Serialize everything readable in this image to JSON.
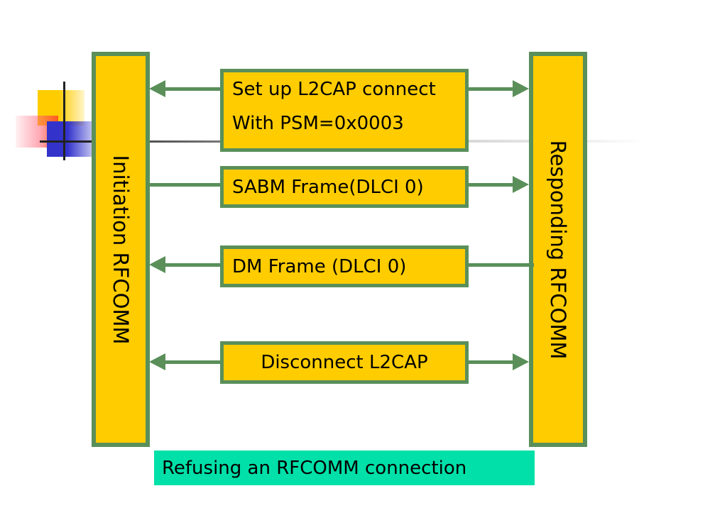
{
  "diagram": {
    "type": "sequence",
    "actors": {
      "initiator": {
        "label": "Initiation RFCOMM"
      },
      "responder": {
        "label": "Responding RFCOMM"
      }
    },
    "messages": [
      {
        "lines": [
          "Set up L2CAP connect",
          "With PSM=0x0003"
        ],
        "direction": "bidirectional"
      },
      {
        "label": "SABM Frame(DLCI 0)",
        "direction": "initiator-to-responder"
      },
      {
        "label": "DM Frame (DLCI 0)",
        "direction": "responder-to-initiator"
      },
      {
        "label": "Disconnect L2CAP",
        "direction": "bidirectional"
      }
    ],
    "caption": "Refusing  an RFCOMM connection"
  },
  "colors": {
    "box_fill": "#ffcc00",
    "box_border": "#5a8f5a",
    "arrow": "#5a8f5a",
    "caption_fill": "#00e0a8"
  },
  "decorations": {
    "slide_logo_icon": "colored-squares-crosshair"
  }
}
